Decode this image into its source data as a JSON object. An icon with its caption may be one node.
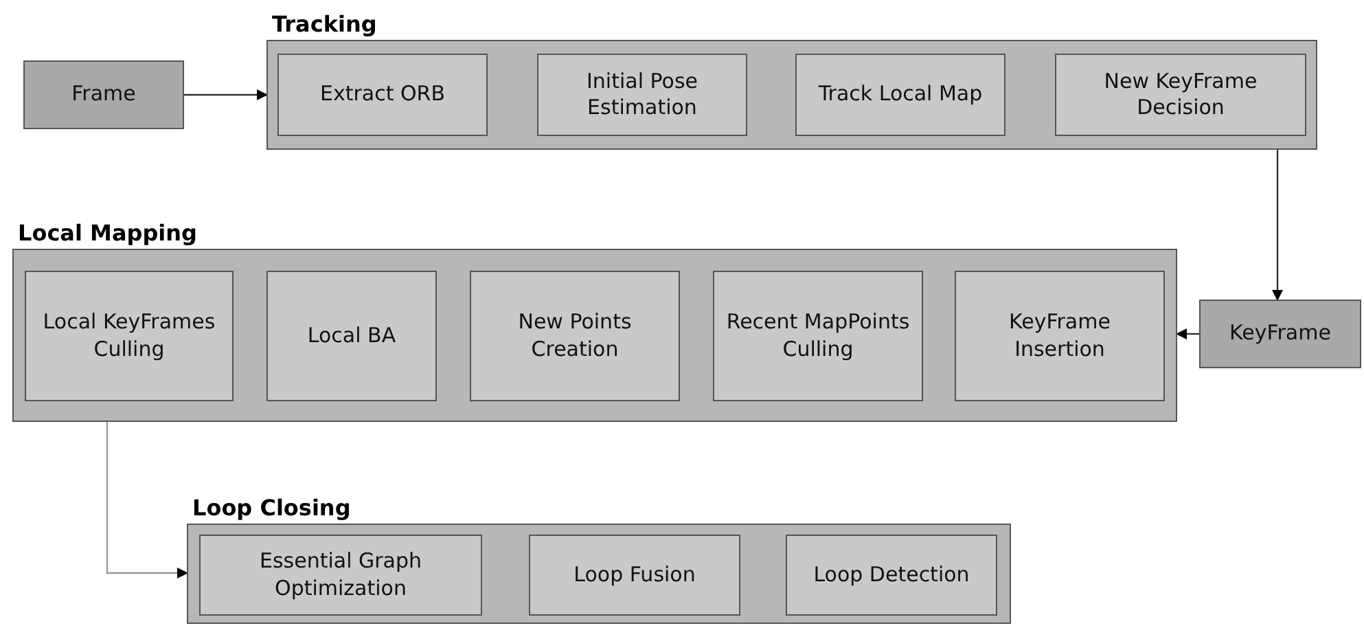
{
  "diagram": {
    "nodes": [
      {
        "text": [
          "Frame"
        ]
      },
      {
        "text": [
          "Tracking"
        ]
      },
      {
        "text": [
          "Extract ORB"
        ],
        "in": 1
      },
      {
        "text": [
          "Initial Pose Estimation"
        ],
        "in": 1
      },
      {
        "text": [
          "Track Local Map"
        ],
        "in": 1
      },
      {
        "text": [
          "New KeyFrame Decision"
        ],
        "in": 1
      },
      {
        "text": [
          "Local Mapping"
        ]
      },
      {
        "text": [
          "Local KeyFrames Culling"
        ],
        "in": 6
      },
      {
        "text": [
          "Local BA"
        ],
        "in": 6
      },
      {
        "text": [
          "New Points Creation"
        ],
        "in": 6
      },
      {
        "text": [
          "Recent MapPoints Culling"
        ],
        "in": 6
      },
      {
        "text": [
          "KeyFrame Insertion"
        ],
        "in": 6
      },
      {
        "text": [
          "KeyFrame"
        ]
      },
      {
        "text": [
          "Loop Closing"
        ]
      },
      {
        "text": [
          "Essential Graph Optimization"
        ],
        "in": 13
      },
      {
        "text": [
          "Loop Fusion"
        ],
        "in": 13
      },
      {
        "text": [
          "Loop Detection"
        ],
        "in": 13
      }
    ],
    "edges": [
      {
        "from": 0,
        "to": 1,
        "arrow": "to"
      },
      {
        "from": 1,
        "to": 12,
        "arrow": "to"
      },
      {
        "from": 12,
        "to": 6,
        "arrow": "to"
      },
      {
        "from": 6,
        "to": 13,
        "arrow": "to",
        "color": "#999999"
      }
    ]
  }
}
